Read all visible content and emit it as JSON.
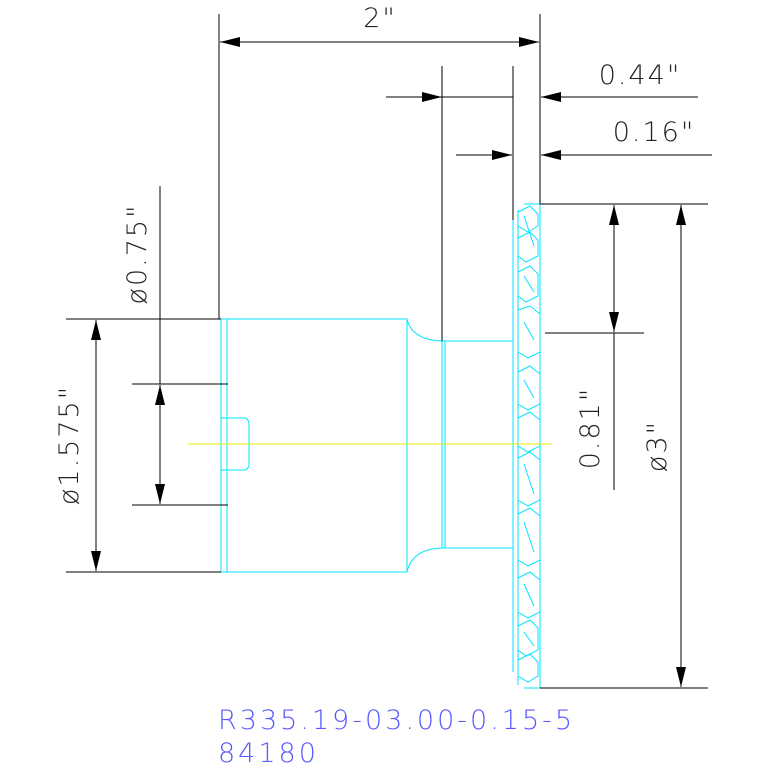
{
  "drawing": {
    "dimensions": {
      "overall_length": "2\"",
      "flange_width": "0.44\"",
      "cutter_width": "0.16\"",
      "bore_diameter": "ø0.75\"",
      "hub_diameter": "ø1.575\"",
      "cutting_depth": "0.81\"",
      "cutter_diameter": "ø3\""
    },
    "part_number": "R335.19-03.00-0.15-5",
    "item_number": "84180"
  },
  "colors": {
    "part_outline": "#00e5ff",
    "centerline": "#e8e800",
    "dimension": "#000000",
    "text": "#222222",
    "title": "#5a5aff"
  }
}
